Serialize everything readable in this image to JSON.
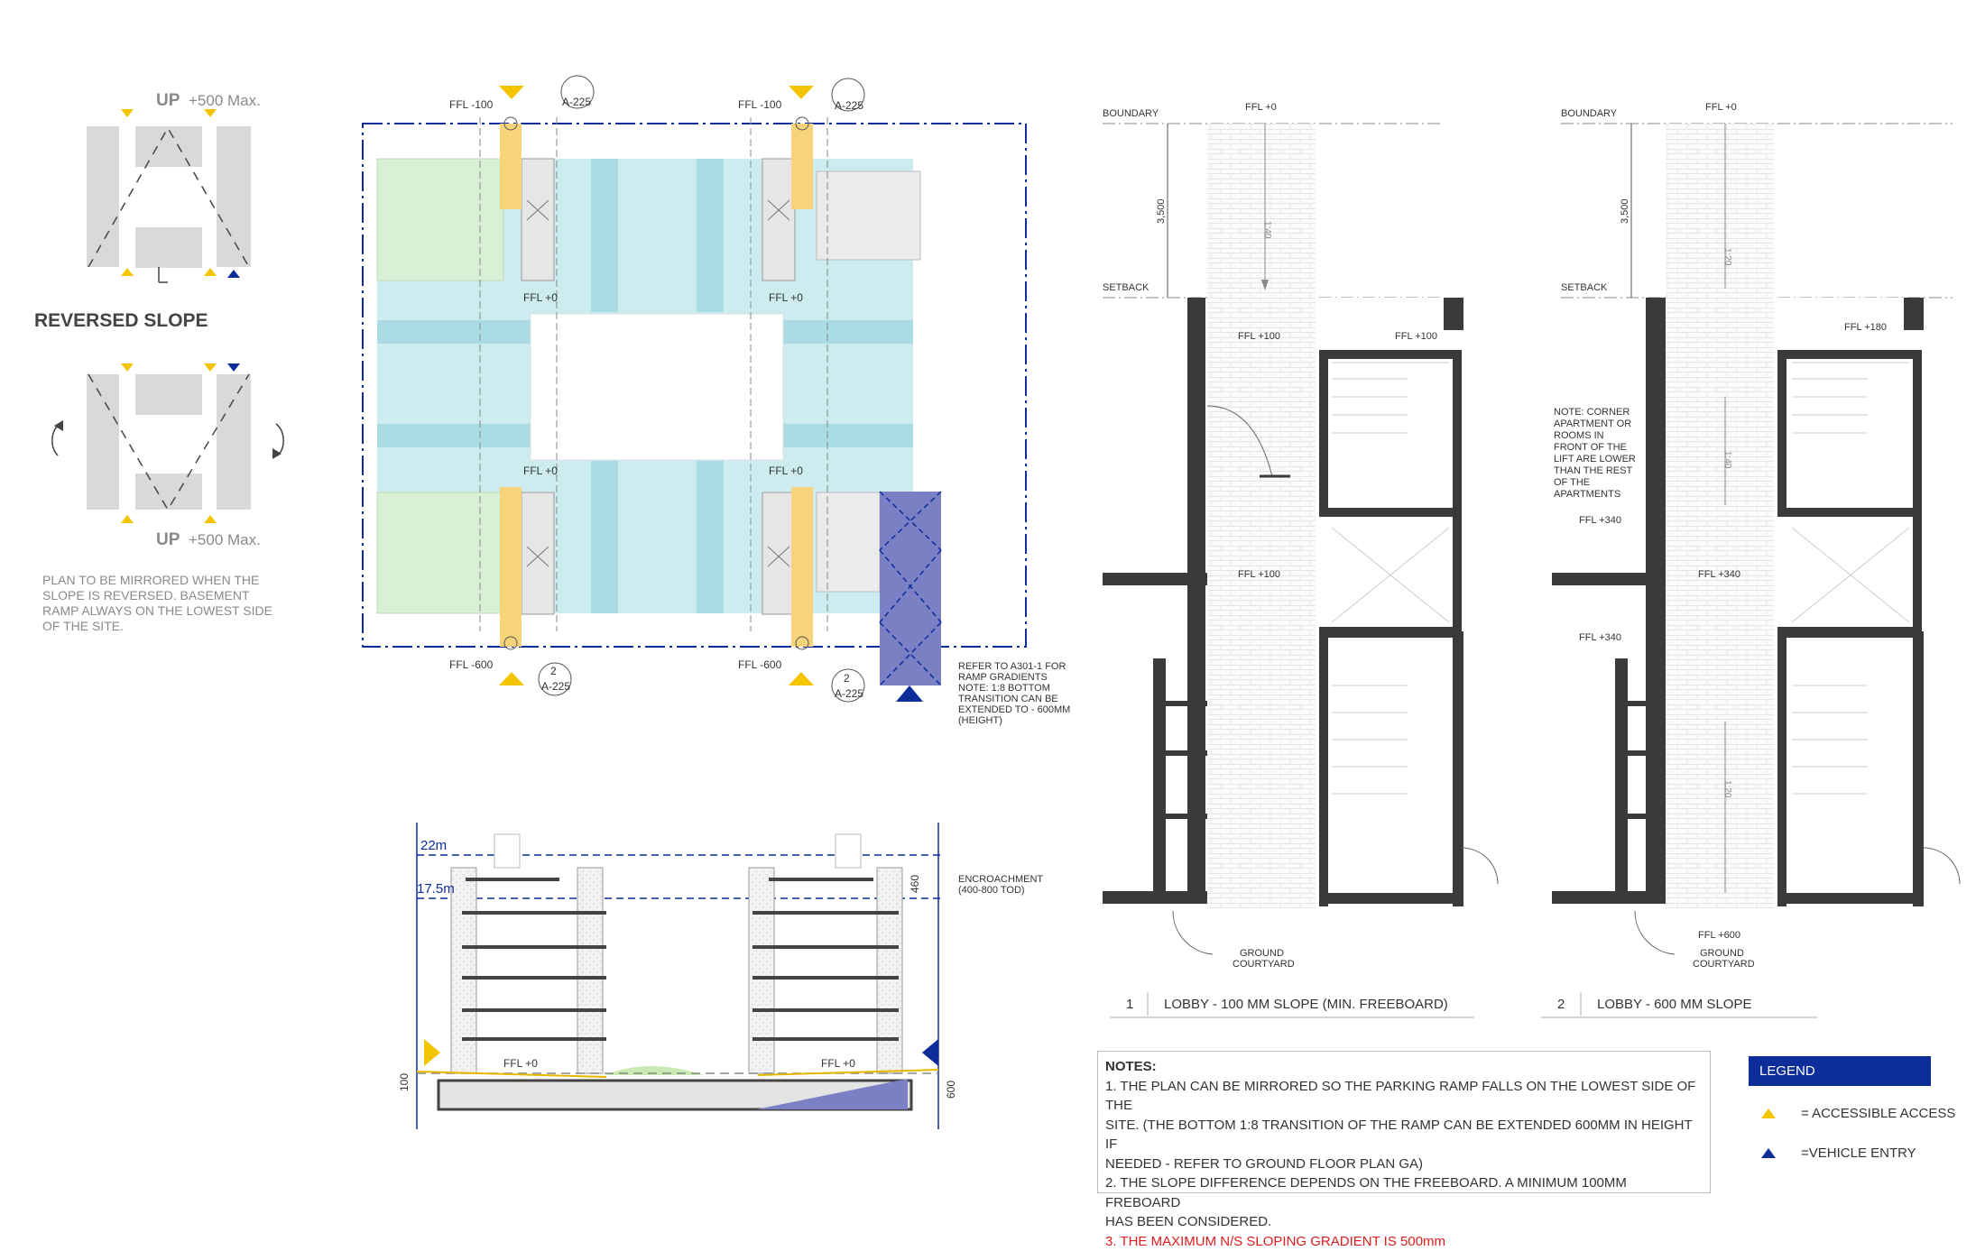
{
  "colors": {
    "yellow": "#f5c400",
    "blue": "#0d2d9a",
    "ramp": "#7b7fc4",
    "cyan": "#bfe6ea",
    "green": "#d8f0d4",
    "wall": "#3a3a3a",
    "grey": "#d9d9d9"
  },
  "diagram": {
    "up_top": "UP",
    "up_top_max": "+500 Max.",
    "reversed_title": "REVERSED SLOPE",
    "up_bottom": "UP",
    "up_bottom_max": "+500 Max.",
    "mirror_note": [
      "PLAN TO BE MIRRORED WHEN THE",
      "SLOPE IS REVERSED. BASEMENT",
      "RAMP ALWAYS ON THE LOWEST SIDE",
      "OF THE SITE."
    ]
  },
  "plan": {
    "ffl_tl": "FFL -100",
    "ffl_tr": "FFL -100",
    "ffl_mid_l": "FFL +0",
    "ffl_mid_r": "FFL +0",
    "ffl_mid2_l": "FFL +0",
    "ffl_mid2_r": "FFL +0",
    "ffl_bl": "FFL -600",
    "ffl_br": "FFL -600",
    "ref_a": "A-225",
    "ref_num": "2",
    "ramp_note": [
      "REFER TO A301-1 FOR",
      "RAMP GRADIENTS",
      "NOTE: 1:8 BOTTOM",
      "TRANSITION CAN BE",
      "EXTENDED TO - 600MM",
      "(HEIGHT)"
    ]
  },
  "section": {
    "h22": "22m",
    "h175": "17.5m",
    "d460": "460",
    "encroach": [
      "ENCROACHMENT",
      "(400-800 TOD)"
    ],
    "ffl_l": "FFL +0",
    "ffl_r": "FFL +0",
    "d100": "100",
    "d600": "600"
  },
  "lobby1": {
    "boundary": "BOUNDARY",
    "setback": "SETBACK",
    "ffl0": "FFL +0",
    "dim": "3,500",
    "slope_a": "1:40",
    "ffl100a": "FFL +100",
    "ffl100b": "FFL +100",
    "ffl100c": "FFL +100",
    "courtyard": [
      "GROUND",
      "COURTYARD"
    ],
    "num": "1",
    "title": "LOBBY - 100 MM SLOPE (MIN. FREEBOARD)"
  },
  "lobby2": {
    "boundary": "BOUNDARY",
    "setback": "SETBACK",
    "ffl0": "FFL +0",
    "dim": "3,500",
    "slope_a": "1:20",
    "slope_b": "1:40",
    "slope_c": "1:20",
    "ffl180": "FFL +180",
    "ffl340a": "FFL +340",
    "ffl340b": "FFL +340",
    "ffl340c": "FFL +340",
    "ffl600": "FFL +600",
    "corner_note": [
      "NOTE: CORNER",
      "APARTMENT OR",
      "ROOMS IN",
      "FRONT OF THE",
      "LIFT ARE LOWER",
      "THAN THE REST",
      "OF THE",
      "APARTMENTS"
    ],
    "courtyard": [
      "GROUND",
      "COURTYARD"
    ],
    "num": "2",
    "title": "LOBBY - 600 MM SLOPE"
  },
  "notes": {
    "heading": "NOTES:",
    "line1": "1. THE PLAN CAN BE MIRRORED SO THE PARKING RAMP FALLS ON THE LOWEST SIDE OF THE",
    "line2": "SITE. (THE BOTTOM 1:8 TRANSITION OF THE RAMP CAN BE EXTENDED 600MM IN HEIGHT IF",
    "line3": "NEEDED - REFER TO GROUND FLOOR PLAN GA)",
    "line4": "2.  THE SLOPE DIFFERENCE DEPENDS ON THE FREEBOARD. A MINIMUM 100MM FREBOARD",
    "line5": "HAS BEEN CONSIDERED.",
    "line6": "3. THE MAXIMUM N/S SLOPING GRADIENT IS 500mm"
  },
  "legend": {
    "title": "LEGEND",
    "accessible": "= ACCESSIBLE ACCESS",
    "vehicle": "=VEHICLE ENTRY"
  }
}
